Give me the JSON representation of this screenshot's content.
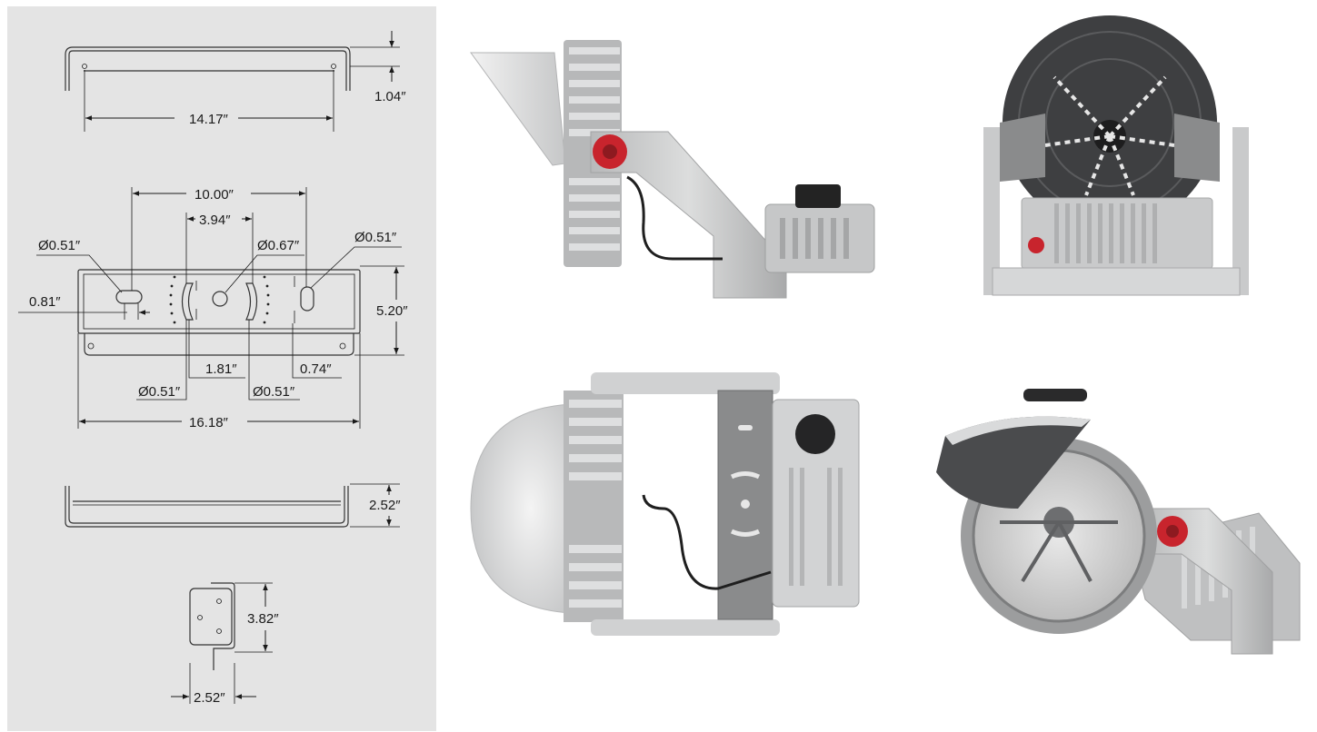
{
  "dimensions": {
    "top_height": "1.04″",
    "top_width": "14.17″",
    "hole_span": "10.00″",
    "slot_span": "3.94″",
    "dia_left": "Ø0.51″",
    "dia_center": "Ø0.67″",
    "dia_right": "Ø0.51″",
    "left_offset": "0.81″",
    "plate_height": "5.20″",
    "slot_offset": "1.81″",
    "right_offset": "0.74″",
    "dia_bottom_left": "Ø0.51″",
    "dia_bottom_right": "Ø0.51″",
    "overall_width": "16.18″",
    "side_depth": "2.52″",
    "end_height": "3.82″",
    "end_width": "2.52″"
  },
  "views": {
    "side": "side-view",
    "rear": "rear-view",
    "top": "top-view",
    "perspective": "perspective-view"
  },
  "colors": {
    "panel": "#e4e4e4",
    "fixture_body": "#c9cacb",
    "fixture_dark": "#8a8b8c",
    "knob_red": "#c8242d",
    "led_face": "#3e3f41"
  }
}
